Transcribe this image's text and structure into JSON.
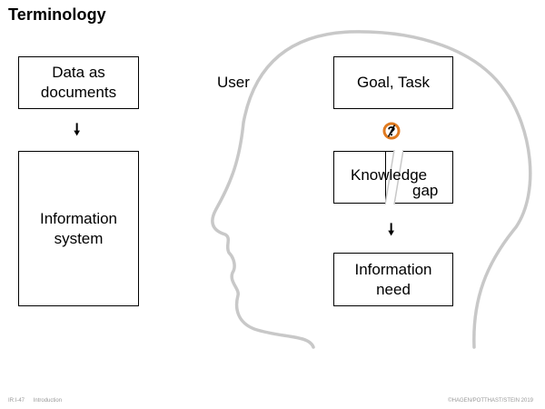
{
  "slide": {
    "title": "Terminology"
  },
  "left_column": {
    "box_data": "Data as\ndocuments",
    "box_information_system": "Information\nsystem"
  },
  "head": {
    "user_label": "User",
    "box_goal": "Goal, Task",
    "box_gap_word1": "Knowledge",
    "box_gap_word2": "gap",
    "box_need": "Information\nneed"
  },
  "footer": {
    "page": "IR:I-47",
    "section": "Introduction",
    "copyright": "©HAGEN/POTTHAST/STEIN 2019"
  },
  "colors": {
    "head_outline": "#c8c8c8",
    "question_ring": "#e07a1f"
  },
  "icons": {
    "arrow": "down-arrow-icon",
    "question": "question-mark-icon"
  }
}
